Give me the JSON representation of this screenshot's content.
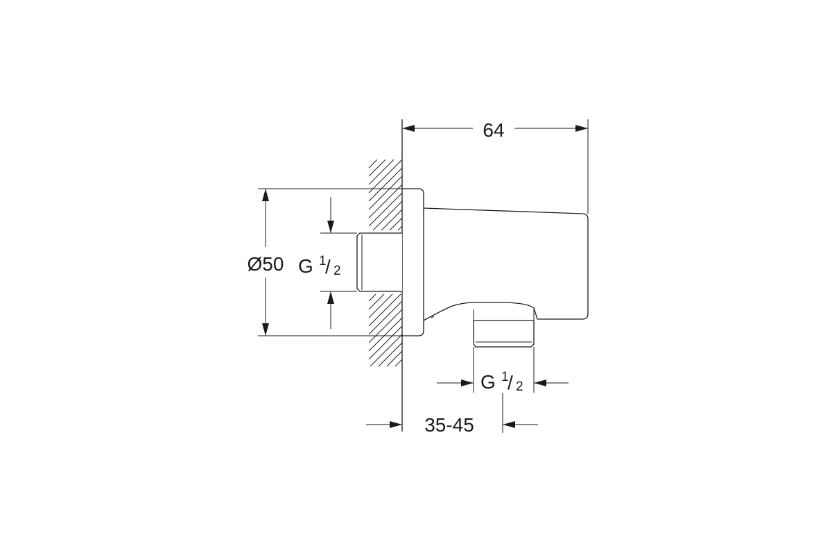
{
  "drawing": {
    "dimensions": {
      "depth": "64",
      "diameter": "Ø50",
      "inlet_thread": {
        "main": "G",
        "num": "1",
        "slash": "/",
        "den": "2"
      },
      "outlet_thread": {
        "main": "G",
        "num": "1",
        "slash": "/",
        "den": "2"
      },
      "wall_range": "35-45"
    }
  }
}
